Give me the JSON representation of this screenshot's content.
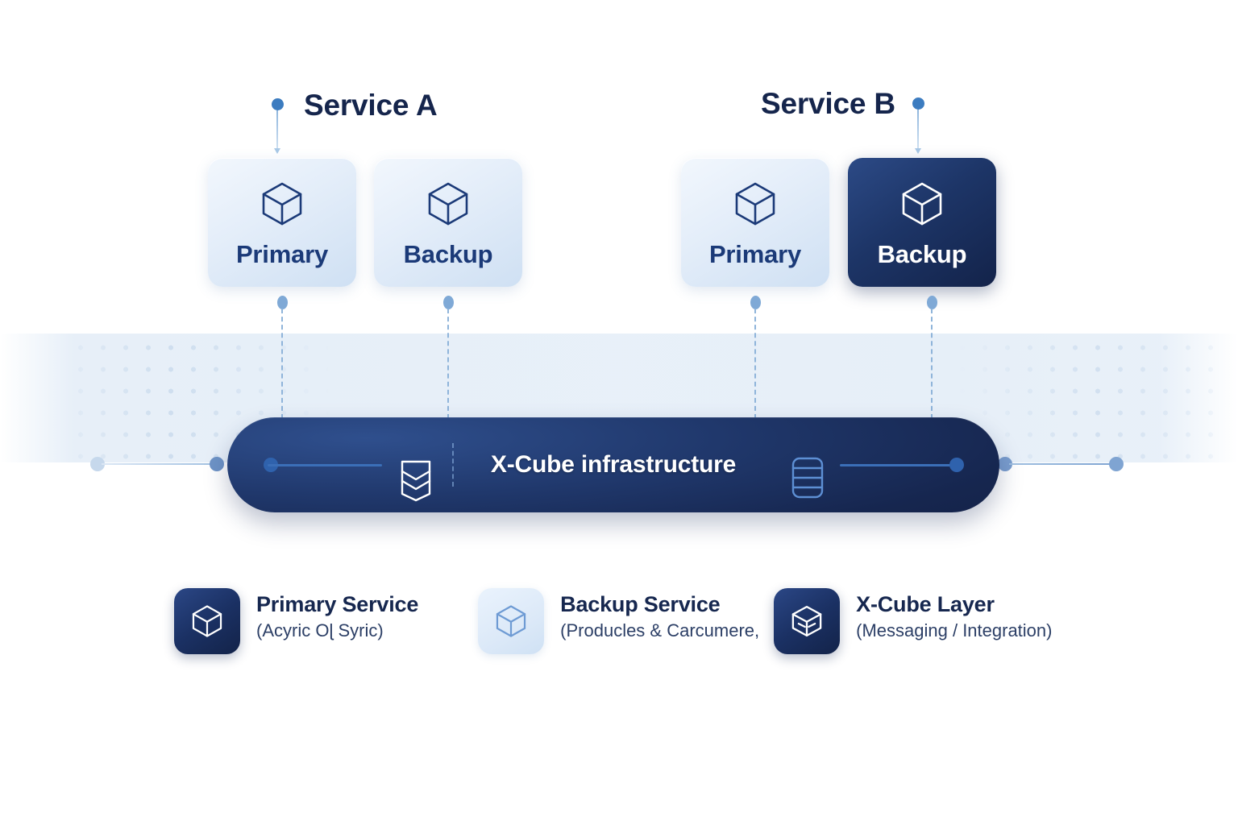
{
  "diagram": {
    "groups": [
      {
        "id": "service-a",
        "label": "Service A",
        "cards": [
          {
            "label": "Primary",
            "variant": "light",
            "icon": "cube-icon"
          },
          {
            "label": "Backup",
            "variant": "light",
            "icon": "cube-icon"
          }
        ]
      },
      {
        "id": "service-b",
        "label": "Service B",
        "cards": [
          {
            "label": "Primary",
            "variant": "light",
            "icon": "cube-icon"
          },
          {
            "label": "Backup",
            "variant": "dark",
            "icon": "cube-icon"
          }
        ]
      }
    ],
    "infrastructure": {
      "label": "X-Cube infrastructure",
      "left_icon": "layers-stack-icon",
      "right_icon": "server-stack-icon"
    },
    "legend": [
      {
        "title": "Primary Service",
        "subtitle": "(Acyric Oɭ Syric)",
        "variant": "dark",
        "icon": "cube-icon"
      },
      {
        "title": "Backup Service",
        "subtitle": "(Producles & Carcumere,",
        "variant": "light",
        "icon": "cube-icon"
      },
      {
        "title": "X-Cube Layer",
        "subtitle": "(Messaging / Integration)",
        "variant": "dark",
        "icon": "cube-layer-icon"
      }
    ]
  },
  "colors": {
    "deep_navy": "#132349",
    "navy": "#1b3a78",
    "accent_blue": "#3c7cc0",
    "light_card": "#e3edf9",
    "dot_pattern": "#cdddee",
    "connector": "#8fb4da"
  }
}
